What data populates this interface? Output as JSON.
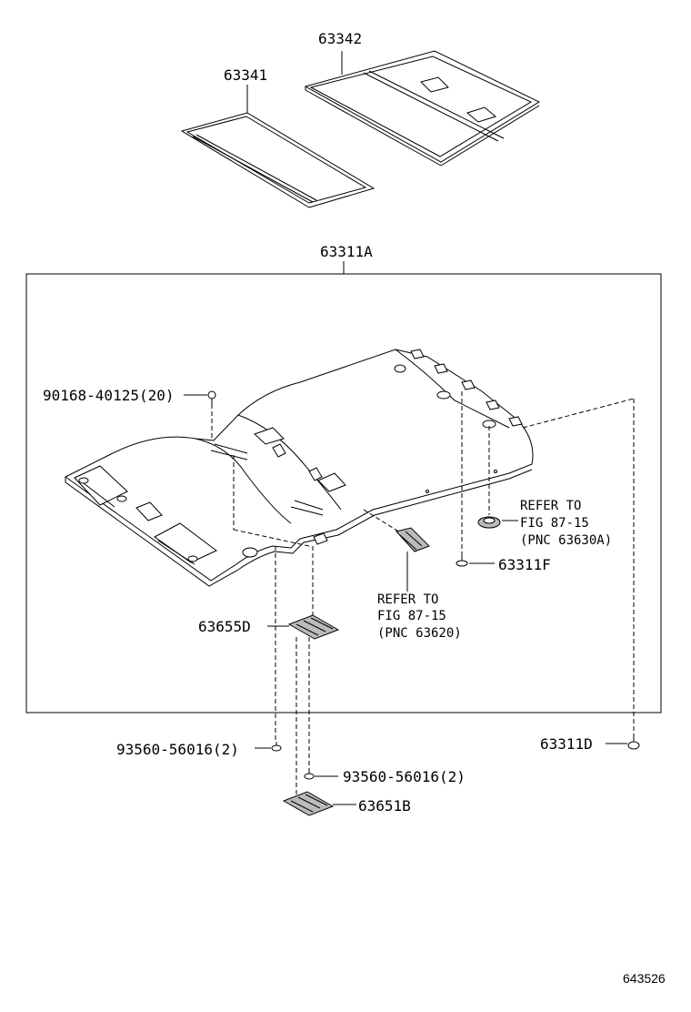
{
  "labels": {
    "p63342": "63342",
    "p63341": "63341",
    "p63311A": "63311A",
    "p90168": "90168-40125(20)",
    "refer1_line1": "REFER TO",
    "refer1_line2": "FIG 87-15",
    "refer1_line3": "(PNC 63630A)",
    "p63311F": "63311F",
    "refer2_line1": "REFER TO",
    "refer2_line2": "FIG 87-15",
    "refer2_line3": "(PNC 63620)",
    "p63655D": "63655D",
    "p93560_a": "93560-56016(2)",
    "p93560_b": "93560-56016(2)",
    "p63311D": "63311D",
    "p63651B": "63651B"
  },
  "figure_number": "643526"
}
